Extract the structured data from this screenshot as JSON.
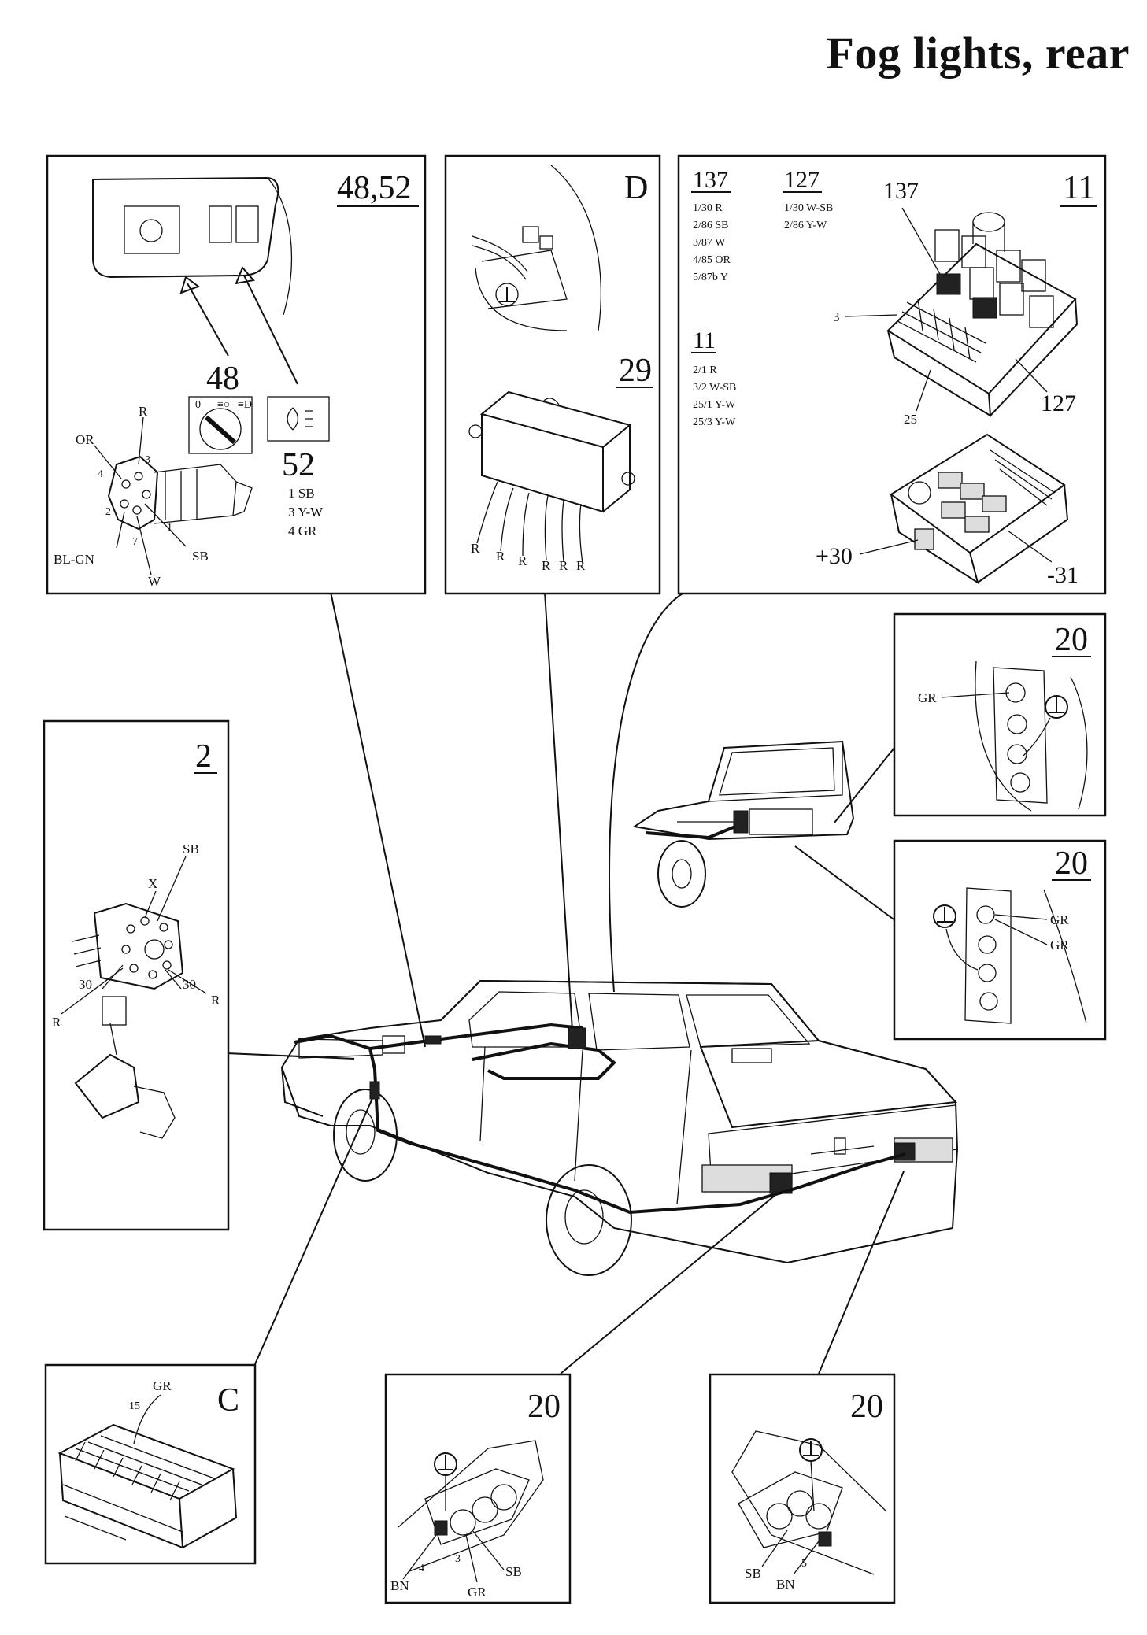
{
  "title": "Fog lights, rear",
  "panels": {
    "switches": {
      "ref": "48,52",
      "comp48": "48",
      "comp52": "52",
      "pin_list": [
        "1 SB",
        "3 Y-W",
        "4 GR"
      ],
      "wire_labels": {
        "r": "R",
        "or": "OR",
        "blgn": "BL-GN",
        "w": "W",
        "sb": "SB"
      },
      "pin_numbers": {
        "p4": "4",
        "p3": "3",
        "p2": "2",
        "p7": "7",
        "p1": "1"
      }
    },
    "ground_d": {
      "ref": "D",
      "module_ref": "29",
      "wire_labels": [
        "R",
        "R",
        "R",
        "R",
        "R",
        "R"
      ]
    },
    "relays": {
      "ref": "11",
      "relay137": {
        "title": "137",
        "pins": [
          "1/30  R",
          "2/86  SB",
          "3/87 W",
          "4/85 OR",
          "5/87b Y"
        ]
      },
      "relay127": {
        "title": "127",
        "pins": [
          "1/30 W-SB",
          "2/86 Y-W"
        ]
      },
      "fusebox11": {
        "title": "11",
        "pins": [
          "2/1  R",
          "3/2  W-SB",
          "25/1 Y-W",
          "25/3 Y-W"
        ]
      },
      "callouts": {
        "c137": "137",
        "c3": "3",
        "c25": "25",
        "c127": "127",
        "plus30": "+30",
        "minus31": "-31"
      }
    },
    "ignition": {
      "ref": "2",
      "labels": {
        "sb": "SB",
        "x": "X",
        "t30a": "30",
        "t30b": "30",
        "r1": "R",
        "r2": "R"
      }
    },
    "rear_light_upper": {
      "ref": "20",
      "label": "GR"
    },
    "rear_light_lower": {
      "ref": "20",
      "labels": [
        "GR",
        "GR"
      ]
    },
    "connector_c": {
      "ref": "C",
      "label": "GR",
      "pin": "15"
    },
    "fog_left": {
      "ref": "20",
      "labels": {
        "bn": "BN",
        "p4": "4",
        "p3": "3",
        "sb": "SB",
        "gr": "GR"
      }
    },
    "fog_right": {
      "ref": "20",
      "labels": {
        "sb": "SB",
        "bn": "BN",
        "p5": "5"
      }
    }
  }
}
